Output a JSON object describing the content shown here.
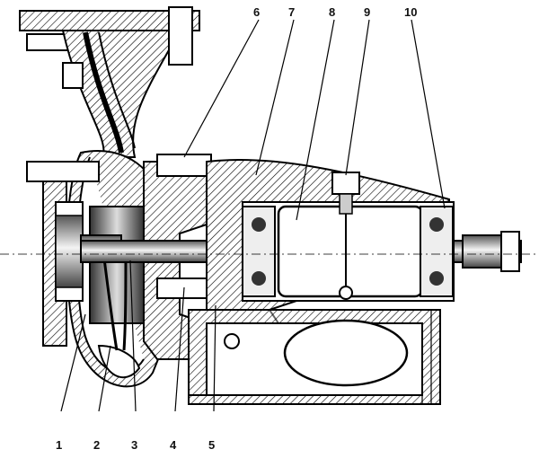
{
  "diagram": {
    "callouts": [
      {
        "id": "1",
        "label": "1"
      },
      {
        "id": "2",
        "label": "2"
      },
      {
        "id": "3",
        "label": "3"
      },
      {
        "id": "4",
        "label": "4"
      },
      {
        "id": "5",
        "label": "5"
      },
      {
        "id": "6",
        "label": "6"
      },
      {
        "id": "7",
        "label": "7"
      },
      {
        "id": "8",
        "label": "8"
      },
      {
        "id": "9",
        "label": "9"
      },
      {
        "id": "10",
        "label": "10"
      }
    ],
    "colors": {
      "ink": "#000000",
      "paper": "#ffffff",
      "shade": "#7a7a7a"
    }
  }
}
